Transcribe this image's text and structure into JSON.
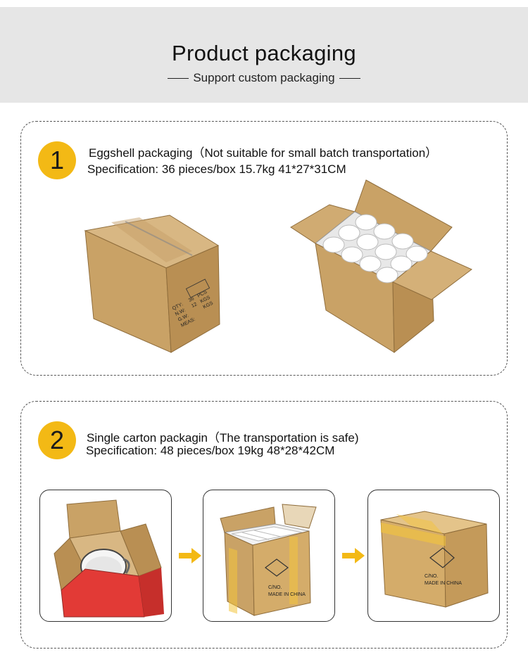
{
  "header": {
    "title": "Product packaging",
    "subtitle": "Support custom packaging"
  },
  "section1": {
    "number": "1",
    "line1": "Eggshell packaging（Not suitable for small batch transportation）",
    "line2": "Specification: 36 pieces/box    15.7kg    41*27*31CM",
    "box_label": {
      "qty": "QTY:",
      "nw": "N.W:",
      "gw": "G.W:",
      "meas": "MEAS:",
      "pcs": "PCS",
      "kgs1": "KGS",
      "kgs2": "KGS",
      "qty_val": "36",
      "nw_val": "12"
    }
  },
  "section2": {
    "number": "2",
    "line1": "Single carton packagin（The transportation is safe)",
    "line2": "Specification: 48 pieces/box   19kg    48*28*42CM",
    "carton_label1": "C/NO.",
    "carton_label2": "MADE IN CHINA"
  },
  "colors": {
    "header_bg": "#e6e6e6",
    "badge": "#f3b915",
    "arrow": "#f3b915",
    "carton": "#c9a26a"
  }
}
